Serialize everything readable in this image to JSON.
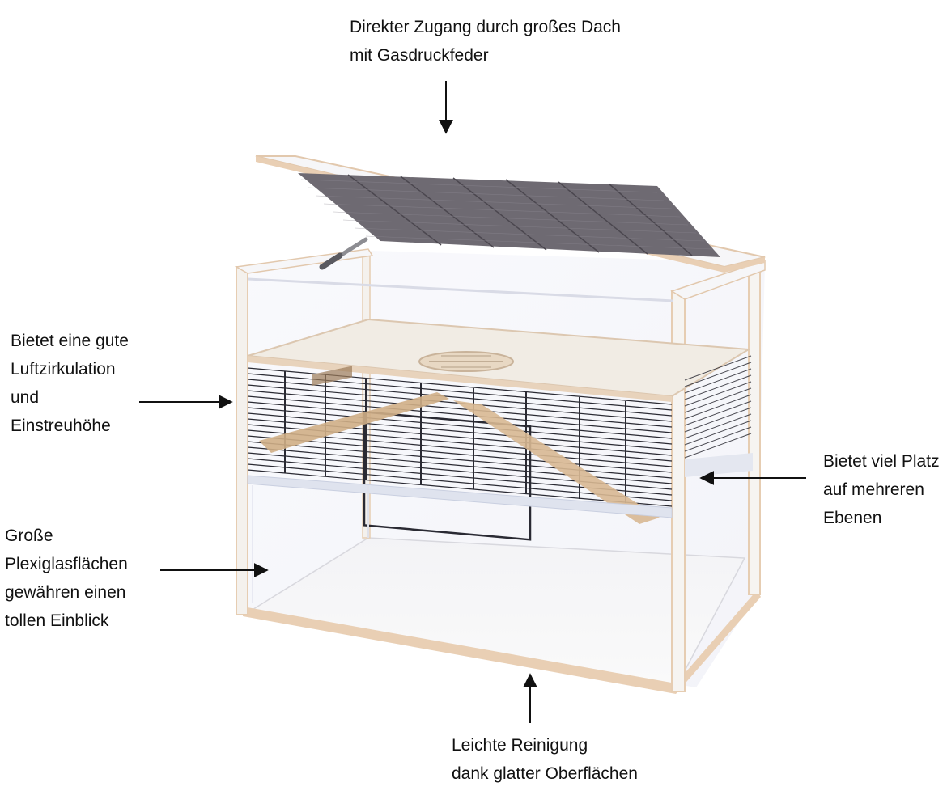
{
  "callouts": {
    "top": {
      "lines": [
        "Direkter Zugang durch großes Dach",
        "mit Gasdruckfeder"
      ]
    },
    "left_upper": {
      "lines": [
        "Bietet eine gute",
        "Luftzirkulation",
        "und",
        "Einstreuhöhe"
      ]
    },
    "right": {
      "lines": [
        "Bietet viel Platz",
        "auf mehreren",
        "Ebenen"
      ]
    },
    "left_lower": {
      "lines": [
        "Große",
        "Plexiglasflächen",
        "gewähren einen",
        "tollen Einblick"
      ]
    },
    "bottom": {
      "lines": [
        "Leichte Reinigung",
        "dank glatter Oberflächen"
      ]
    }
  },
  "colors": {
    "wood_edge": "#e9cfb4",
    "frame_white": "#f6f6f8",
    "roof_mesh": "#6e6a72",
    "wire": "#2a2a33",
    "ramp": "#cfae86",
    "arrow": "#111111"
  }
}
